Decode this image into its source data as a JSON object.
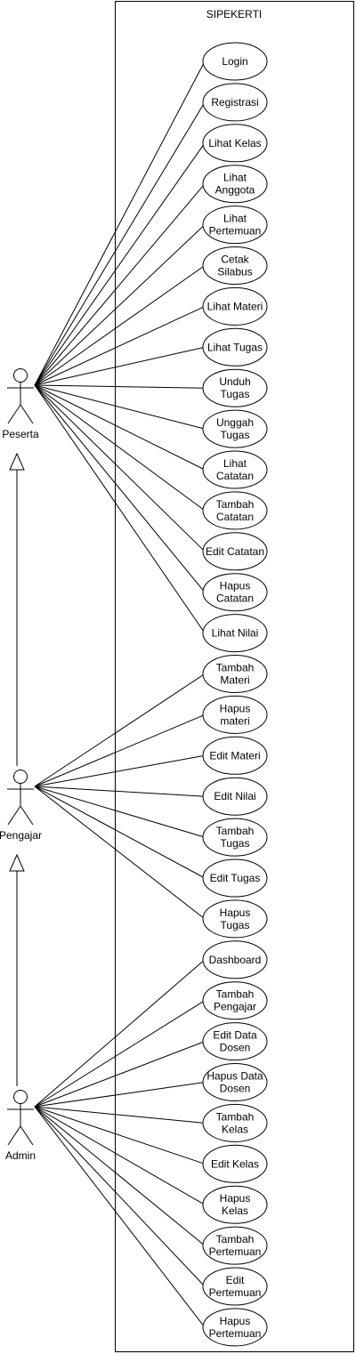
{
  "system": {
    "title": "SIPEKERTI"
  },
  "actors": [
    {
      "id": "peserta",
      "label": "Peserta"
    },
    {
      "id": "pengajar",
      "label": "Pengajar"
    },
    {
      "id": "admin",
      "label": "Admin"
    }
  ],
  "usecases": [
    {
      "actor": "peserta",
      "lines": [
        "Login"
      ]
    },
    {
      "actor": "peserta",
      "lines": [
        "Registrasi"
      ]
    },
    {
      "actor": "peserta",
      "lines": [
        "Lihat Kelas"
      ]
    },
    {
      "actor": "peserta",
      "lines": [
        "Lihat",
        "Anggota"
      ]
    },
    {
      "actor": "peserta",
      "lines": [
        "Lihat",
        "Pertemuan"
      ]
    },
    {
      "actor": "peserta",
      "lines": [
        "Cetak",
        "Silabus"
      ]
    },
    {
      "actor": "peserta",
      "lines": [
        "Lihat Materi"
      ]
    },
    {
      "actor": "peserta",
      "lines": [
        "Lihat Tugas"
      ]
    },
    {
      "actor": "peserta",
      "lines": [
        "Unduh",
        "Tugas"
      ]
    },
    {
      "actor": "peserta",
      "lines": [
        "Unggah",
        "Tugas"
      ]
    },
    {
      "actor": "peserta",
      "lines": [
        "Lihat",
        "Catatan"
      ]
    },
    {
      "actor": "peserta",
      "lines": [
        "Tambah",
        "Catatan"
      ]
    },
    {
      "actor": "peserta",
      "lines": [
        "Edit Catatan"
      ]
    },
    {
      "actor": "peserta",
      "lines": [
        "Hapus",
        "Catatan"
      ]
    },
    {
      "actor": "peserta",
      "lines": [
        "Lihat Nilai"
      ]
    },
    {
      "actor": "pengajar",
      "lines": [
        "Tambah",
        "Materi"
      ]
    },
    {
      "actor": "pengajar",
      "lines": [
        "Hapus",
        "materi"
      ]
    },
    {
      "actor": "pengajar",
      "lines": [
        "Edit Materi"
      ]
    },
    {
      "actor": "pengajar",
      "lines": [
        "Edit Nilai"
      ]
    },
    {
      "actor": "pengajar",
      "lines": [
        "Tambah",
        "Tugas"
      ]
    },
    {
      "actor": "pengajar",
      "lines": [
        "Edit Tugas"
      ]
    },
    {
      "actor": "pengajar",
      "lines": [
        "Hapus",
        "Tugas"
      ]
    },
    {
      "actor": "admin",
      "lines": [
        "Dashboard"
      ]
    },
    {
      "actor": "admin",
      "lines": [
        "Tambah",
        "Pengajar"
      ]
    },
    {
      "actor": "admin",
      "lines": [
        "Edit Data",
        "Dosen"
      ]
    },
    {
      "actor": "admin",
      "lines": [
        "Hapus Data",
        "Dosen"
      ]
    },
    {
      "actor": "admin",
      "lines": [
        "Tambah",
        "Kelas"
      ]
    },
    {
      "actor": "admin",
      "lines": [
        "Edit Kelas"
      ]
    },
    {
      "actor": "admin",
      "lines": [
        "Hapus",
        "Kelas"
      ]
    },
    {
      "actor": "admin",
      "lines": [
        "Tambah",
        "Pertemuan"
      ]
    },
    {
      "actor": "admin",
      "lines": [
        "Edit",
        "Pertemuan"
      ]
    },
    {
      "actor": "admin",
      "lines": [
        "Hapus",
        "Pertemuan"
      ]
    }
  ],
  "generalizations": [
    {
      "from": "pengajar",
      "to": "peserta"
    },
    {
      "from": "admin",
      "to": "pengajar"
    }
  ]
}
